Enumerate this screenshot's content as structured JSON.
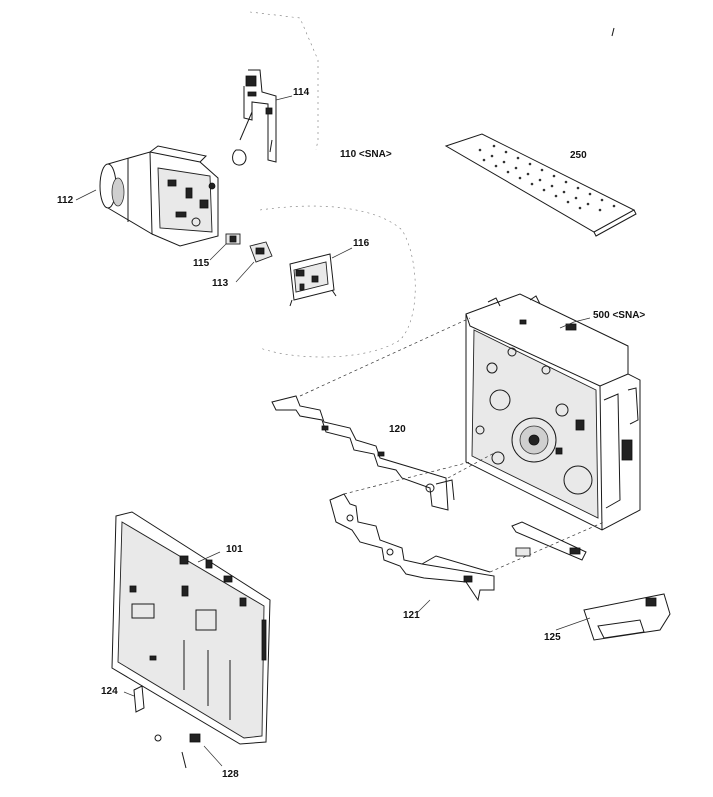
{
  "diagram": {
    "labels": {
      "p114": "114",
      "p110": "110 <SNA>",
      "p250": "250",
      "p112": "112",
      "p116": "116",
      "p115": "115",
      "p113": "113",
      "p500": "500 <SNA>",
      "p120": "120",
      "p101": "101",
      "p121": "121",
      "p125": "125",
      "p124": "124",
      "p128": "128"
    },
    "parts": [
      "lens-assembly",
      "bracket-114",
      "cover-plate-250",
      "mechanism-chassis-500",
      "frame-120",
      "frame-121",
      "main-board-101",
      "connector-125"
    ]
  }
}
